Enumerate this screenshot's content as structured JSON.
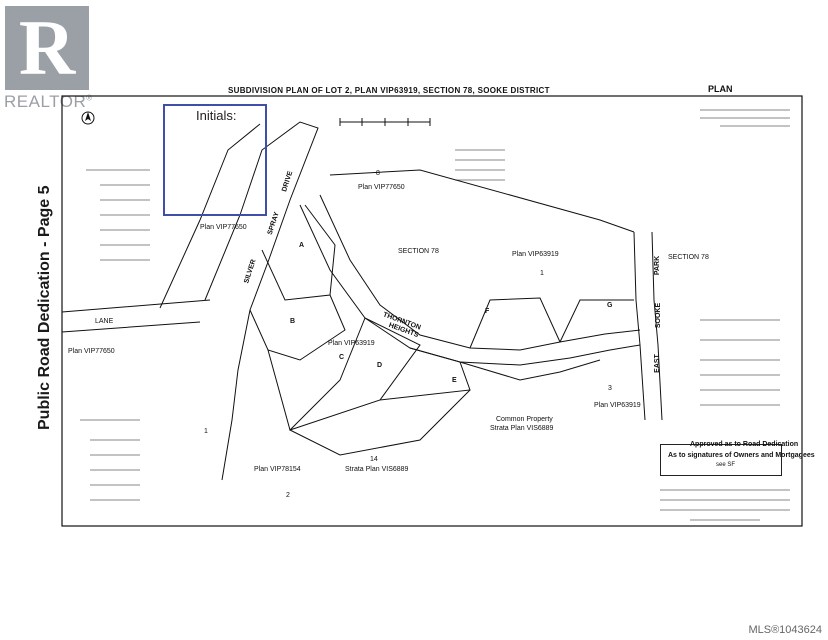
{
  "logo": {
    "mark": "R",
    "brand": "REALTOR",
    "reg": "®",
    "color": "#9aa0a6"
  },
  "side_title": "Public Road Dedication - Page 5",
  "plan_title": "SUBDIVISION PLAN OF LOT 2, PLAN VIP63919, SECTION 78, SOOKE DISTRICT",
  "plan_heading": "PLAN",
  "initials": "Initials:",
  "roads": {
    "silver_spray": [
      "SILVER",
      "SPRAY",
      "DRIVE"
    ],
    "east_sooke": [
      "EAST",
      "SOOKE",
      "PARK"
    ],
    "thornton": [
      "THORNTON",
      "HEIGHTS"
    ],
    "lane": "LANE"
  },
  "lots": [
    "A",
    "B",
    "C",
    "D",
    "E",
    "F",
    "G"
  ],
  "plan_labels": {
    "vip77650_top": "Plan VIP77650",
    "vip77650_left": "Plan VIP77650",
    "vip77650_upper": "Plan VIP77650",
    "vip63919_mid": "Plan VIP63919",
    "vip63919_right": "Plan VIP63919",
    "vip78154": "Plan VIP78154",
    "section78_a": "SECTION 78",
    "section78_b": "SECTION 78",
    "common_property": "Common Property",
    "strata_plan": "Strata Plan VIS6889",
    "strata_plan_bottom": "Strata Plan VIS6889",
    "lot_1": "1",
    "lot_8": "8",
    "lot_3": "3",
    "lot_1b": "1",
    "lot_2": "2",
    "lot_14": "14"
  },
  "approved": {
    "line1": "Approved as to Road Dedication",
    "line2": "As to signatures of Owners and Mortgagees",
    "line3": "see SF"
  },
  "mls": "MLS®1043624",
  "colors": {
    "initials_border": "#3f4fa8",
    "ink": "#111111"
  }
}
